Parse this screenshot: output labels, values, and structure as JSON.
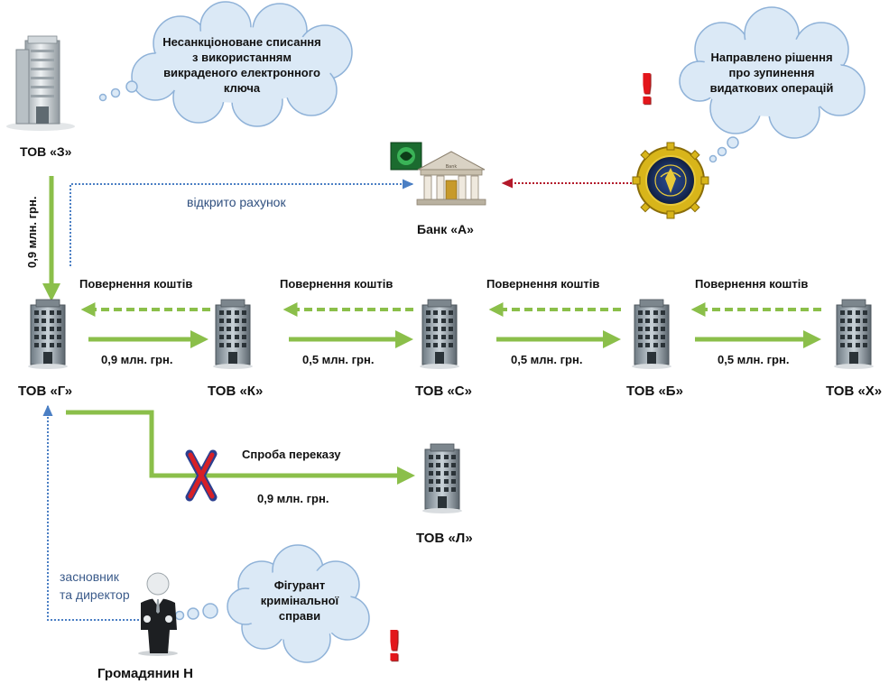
{
  "clouds": {
    "top_left": "Несанкціоноване списання\nз використанням\nвикраденого електронного\nключа",
    "top_right": "Направлено рішення\nпро зупинення\nвидаткових операцій",
    "bottom": "Фігурант\nкримінальної\nсправи"
  },
  "entities": {
    "tov_z": "ТОВ «З»",
    "bank_a": "Банк «А»",
    "tov_g": "ТОВ «Г»",
    "tov_k": "ТОВ «К»",
    "tov_s": "ТОВ «С»",
    "tov_b": "ТОВ «Б»",
    "tov_x": "ТОВ «Х»",
    "tov_l": "ТОВ «Л»",
    "citizen_n": "Громадянин Н"
  },
  "flows": {
    "vertical_amount": "0,9 млн. грн.",
    "account_opened": "відкрито рахунок",
    "return_funds": "Повернення коштів",
    "g_to_k": "0,9 млн. грн.",
    "k_to_s": "0,5 млн. грн.",
    "s_to_b": "0,5 млн. грн.",
    "b_to_x": "0,5 млн. грн.",
    "transfer_attempt": "Спроба переказу",
    "attempt_amount": "0,9 млн. грн.",
    "founder_director": "засновник\nта директор"
  },
  "marks": {
    "exclamation": "!"
  },
  "colors": {
    "arrow_green": "#8bbf4a",
    "cloud_fill": "#dbe9f6",
    "cloud_stroke": "#8fb2d8",
    "dotted_blue": "#4b7fc4",
    "dotted_red": "#b3182a",
    "exclaim_red": "#e3161b",
    "cross_red": "#d62027",
    "cross_blue": "#2b3f8f"
  }
}
